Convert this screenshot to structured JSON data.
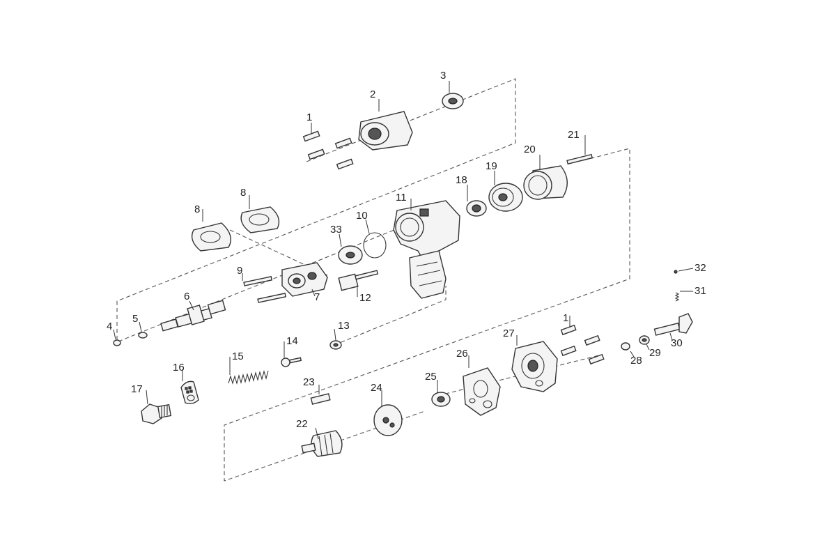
{
  "labels": {
    "p1a": "1",
    "p1b": "1",
    "p2": "2",
    "p3": "3",
    "p4": "4",
    "p5": "5",
    "p6": "6",
    "p7": "7",
    "p8a": "8",
    "p8b": "8",
    "p9": "9",
    "p10": "10",
    "p11": "11",
    "p12": "12",
    "p13": "13",
    "p14": "14",
    "p15": "15",
    "p16": "16",
    "p17": "17",
    "p18": "18",
    "p19": "19",
    "p20": "20",
    "p21": "21",
    "p22": "22",
    "p23": "23",
    "p24": "24",
    "p25": "25",
    "p26": "26",
    "p27": "27",
    "p28": "28",
    "p29": "29",
    "p30": "30",
    "p31": "31",
    "p32": "32",
    "p33": "33"
  }
}
